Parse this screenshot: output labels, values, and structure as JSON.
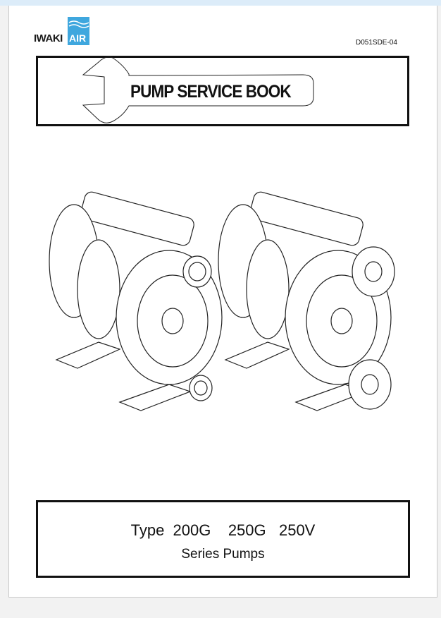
{
  "logo": {
    "brand": "IWAKI",
    "product": "AIR"
  },
  "doc_number": "D051SDE-04",
  "title": "PUMP SERVICE BOOK",
  "type_line": "Type  200G    250G   250V",
  "series_line": "Series Pumps",
  "colors": {
    "logo_blue": "#3fa7de",
    "top_bar": "#dcecf9"
  }
}
